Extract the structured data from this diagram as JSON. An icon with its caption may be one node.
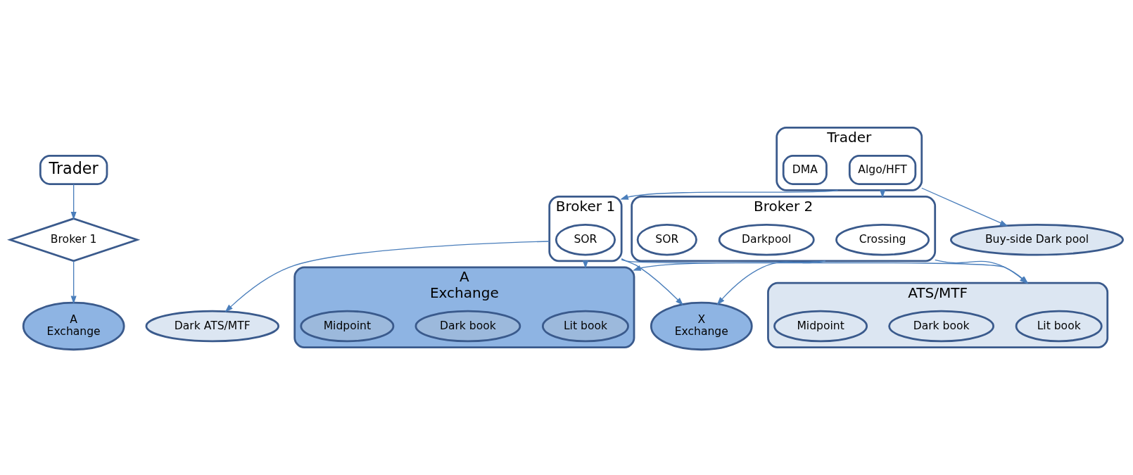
{
  "diagram": {
    "nodes": [
      {
        "text": [
          "Trader"
        ]
      },
      {
        "text": [
          "Broker 1"
        ]
      },
      {
        "text": [
          "A",
          "Exchange"
        ]
      },
      {
        "text": [
          "Trader"
        ]
      },
      {
        "text": [
          "Algo/HFT"
        ],
        "in": 3
      },
      {
        "text": [
          "DMA"
        ],
        "in": 3
      },
      {
        "text": [
          "Broker 1"
        ]
      },
      {
        "text": [
          "SOR"
        ],
        "in": 6
      },
      {
        "text": [
          "Broker 2"
        ]
      },
      {
        "text": [
          "Crossing"
        ],
        "in": 8
      },
      {
        "text": [
          "Darkpool"
        ],
        "in": 8
      },
      {
        "text": [
          "SOR"
        ],
        "in": 8
      },
      {
        "text": [
          "Buy-side Dark pool"
        ]
      },
      {
        "text": [
          "Dark ATS/MTF"
        ]
      },
      {
        "text": [
          "A",
          "Exchange"
        ]
      },
      {
        "text": [
          "Lit book"
        ],
        "in": 14
      },
      {
        "text": [
          "Dark book"
        ],
        "in": 14
      },
      {
        "text": [
          "Midpoint"
        ],
        "in": 14
      },
      {
        "text": [
          "X",
          "Exchange"
        ]
      },
      {
        "text": [
          "ATS/MTF"
        ]
      },
      {
        "text": [
          "Lit book"
        ],
        "in": 19
      },
      {
        "text": [
          "Dark book"
        ],
        "in": 19
      },
      {
        "text": [
          "Midpoint"
        ],
        "in": 19
      }
    ],
    "edges": [
      {
        "from": 0,
        "to": 1,
        "arrow": "to"
      },
      {
        "from": 1,
        "to": 2,
        "arrow": "to"
      },
      {
        "from": 3,
        "to": 12,
        "arrow": "to"
      },
      {
        "from": 3,
        "to": 6,
        "arrow": "to"
      },
      {
        "from": 3,
        "to": 8,
        "arrow": "to"
      },
      {
        "from": 6,
        "to": 13,
        "arrow": "to"
      },
      {
        "from": 6,
        "to": 14,
        "arrow": "to"
      },
      {
        "from": 6,
        "to": 18,
        "arrow": "to"
      },
      {
        "from": 6,
        "to": 19,
        "arrow": "to"
      },
      {
        "from": 8,
        "to": 14,
        "arrow": "to"
      },
      {
        "from": 8,
        "to": 18,
        "arrow": "to"
      },
      {
        "from": 8,
        "to": 19,
        "arrow": "to"
      }
    ]
  }
}
